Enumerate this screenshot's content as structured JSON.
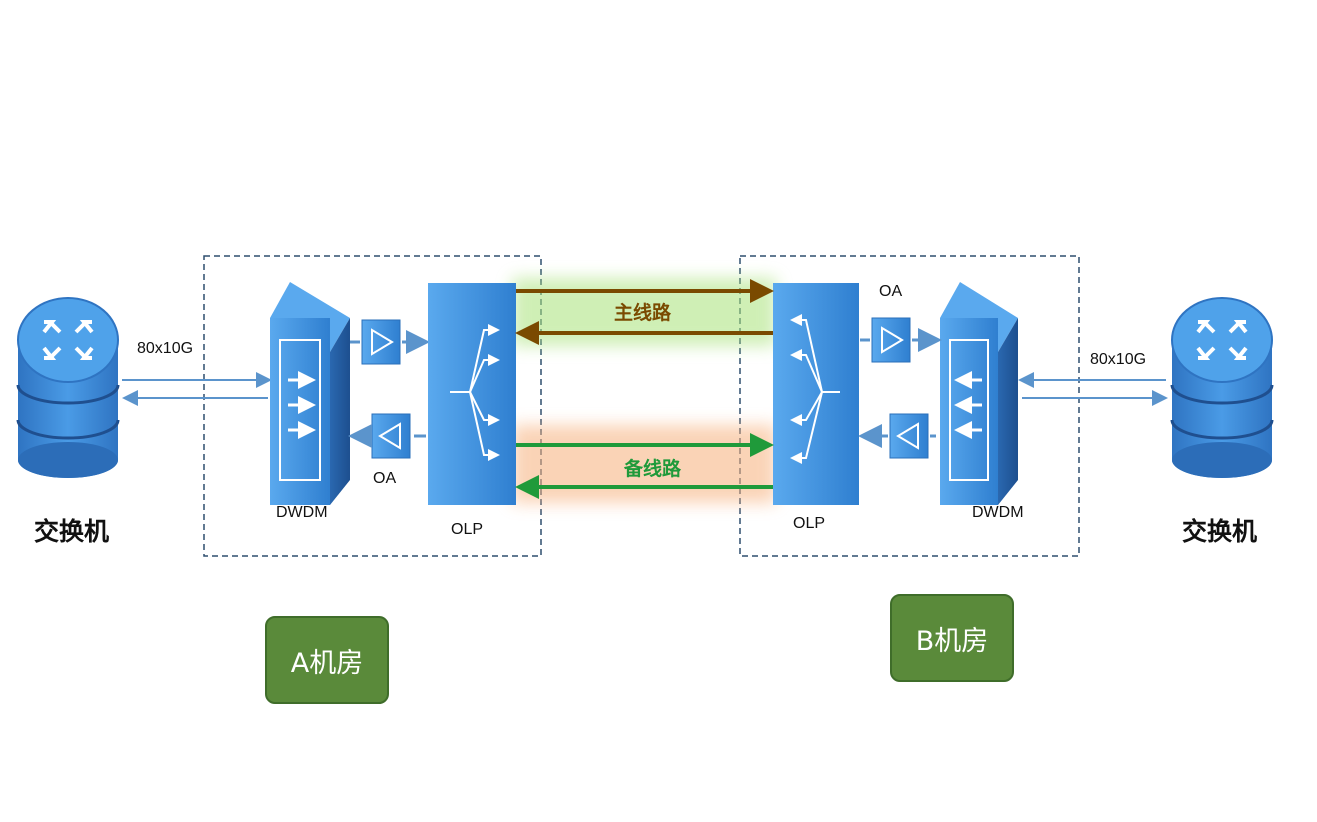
{
  "switch_a": {
    "label": "交换机"
  },
  "switch_b": {
    "label": "交换机"
  },
  "rate_a": "80x10G",
  "rate_b": "80x10G",
  "dwdm_a": "DWDM",
  "dwdm_b": "DWDM",
  "oa_a": "OA",
  "oa_b": "OA",
  "olp_a": "OLP",
  "olp_b": "OLP",
  "primary_link": {
    "label": "主线路",
    "color": "#7a4a00",
    "glow": "#a8e27a"
  },
  "backup_link": {
    "label": "备线路",
    "color": "#1f9a3a",
    "glow": "#f7b07c"
  },
  "room_a": {
    "label": "A机房",
    "color": "#5a8a3a"
  },
  "room_b": {
    "label": "B机房",
    "color": "#5a8a3a"
  },
  "colors": {
    "device": "#3d8fdc",
    "device_dark": "#2a6fba",
    "arrow": "#5b94cc",
    "dashed_border": "#2f4f6f"
  }
}
